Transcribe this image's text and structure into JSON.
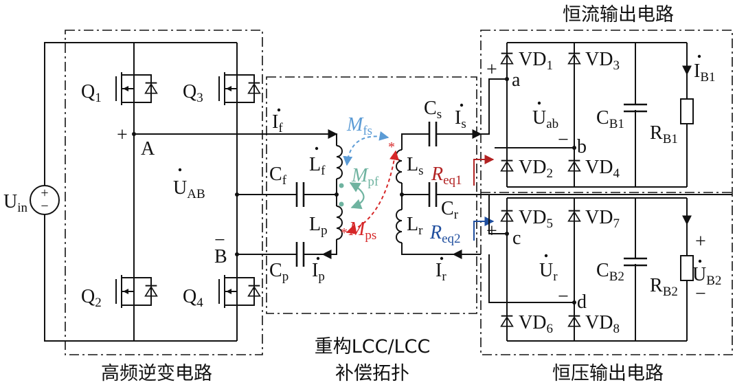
{
  "blocks": {
    "inverter": "高频逆变电路",
    "topology_line1": "重构LCC/LCC",
    "topology_line2": "补偿拓扑",
    "cc_output": "恒流输出电路",
    "cv_output": "恒压输出电路"
  },
  "source": {
    "main": "U",
    "sub": "in",
    "plus": "+",
    "minus": "−"
  },
  "switches": [
    {
      "main": "Q",
      "sub": "1"
    },
    {
      "main": "Q",
      "sub": "3"
    },
    {
      "main": "Q",
      "sub": "2"
    },
    {
      "main": "Q",
      "sub": "4"
    }
  ],
  "nodes": {
    "A": "A",
    "B": "B",
    "a": "a",
    "b": "b",
    "c": "c",
    "d": "d",
    "plus": "+",
    "minus": "−"
  },
  "voltages": {
    "UAB": {
      "main": "U",
      "sub": "AB"
    },
    "Uab": {
      "main": "U",
      "sub": "ab"
    },
    "Ur": {
      "main": "U",
      "sub": "r"
    },
    "UB2": {
      "main": "U",
      "sub": "B2"
    }
  },
  "currents": {
    "If": {
      "main": "I",
      "sub": "f"
    },
    "Ip": {
      "main": "I",
      "sub": "p"
    },
    "Is": {
      "main": "I",
      "sub": "s"
    },
    "Ir": {
      "main": "I",
      "sub": "r"
    },
    "IB1": {
      "main": "I",
      "sub": "B1"
    }
  },
  "components": {
    "Cf": {
      "main": "C",
      "sub": "f"
    },
    "Cp": {
      "main": "C",
      "sub": "p"
    },
    "Lf": {
      "main": "L",
      "sub": "f"
    },
    "Lp": {
      "main": "L",
      "sub": "p"
    },
    "Ls": {
      "main": "L",
      "sub": "s"
    },
    "Lr": {
      "main": "L",
      "sub": "r"
    },
    "Cs": {
      "main": "C",
      "sub": "s"
    },
    "Cr": {
      "main": "C",
      "sub": "r"
    },
    "CB1": {
      "main": "C",
      "sub": "B1"
    },
    "CB2": {
      "main": "C",
      "sub": "B2"
    },
    "RB1": {
      "main": "R",
      "sub": "B1"
    },
    "RB2": {
      "main": "R",
      "sub": "B2"
    }
  },
  "couplings": {
    "Mfs": {
      "main": "M",
      "sub": "fs",
      "color": "#5b9bd5"
    },
    "Mpf": {
      "main": "M",
      "sub": "pf",
      "color": "#6fb3a0"
    },
    "Mps": {
      "main": "M",
      "sub": "ps",
      "color": "#d62728"
    }
  },
  "equivalents": {
    "Req1": {
      "main": "R",
      "sub": "eq1",
      "color": "#b22222"
    },
    "Req2": {
      "main": "R",
      "sub": "eq2",
      "color": "#1f4e9e"
    }
  },
  "diodes": [
    "VD",
    "1",
    "3",
    "2",
    "4",
    "5",
    "7",
    "6",
    "8"
  ],
  "dot_marker": "*"
}
